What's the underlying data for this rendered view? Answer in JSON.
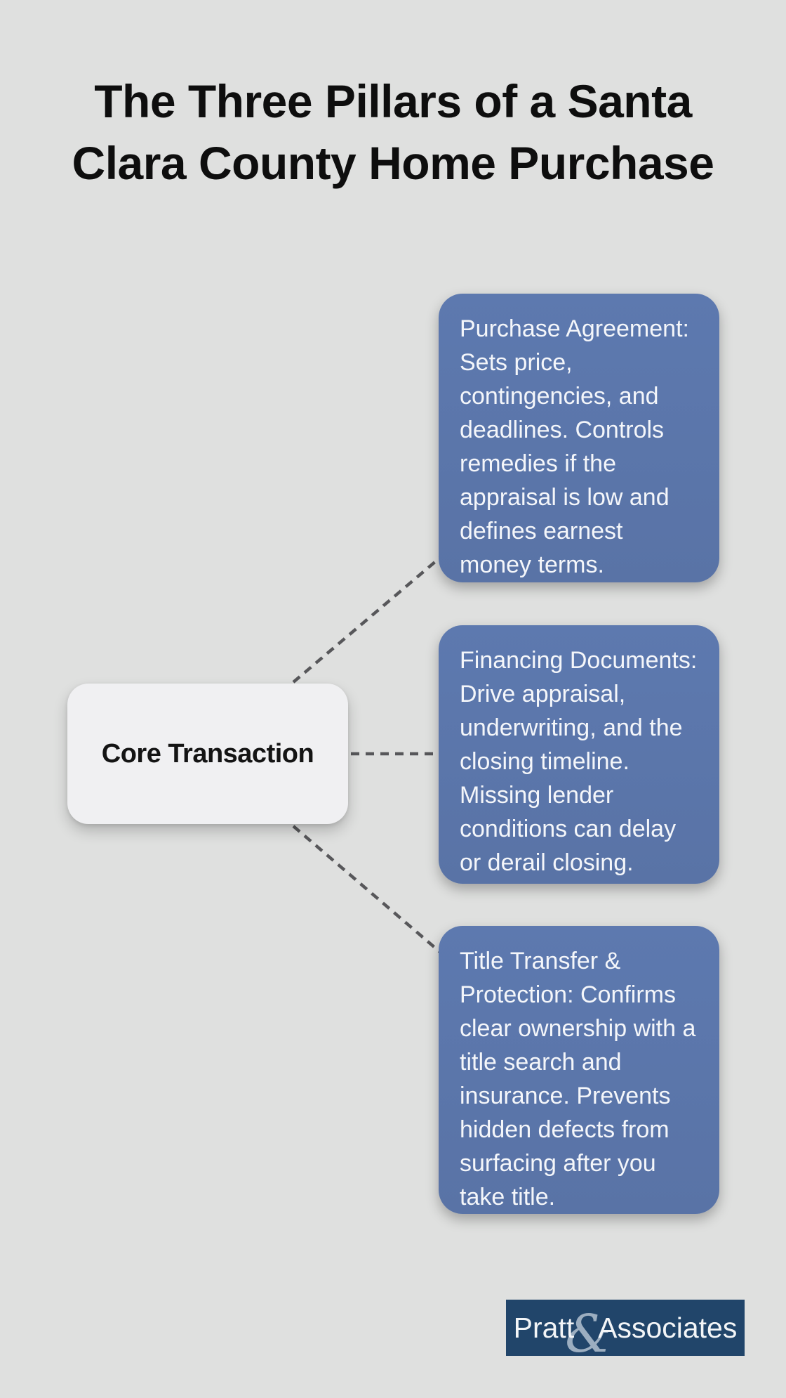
{
  "title": "The Three Pillars of a Santa\nClara County Home Purchase",
  "diagram": {
    "core_node": {
      "label": "Core Transaction"
    },
    "pillars": [
      {
        "id": "purchase-agreement",
        "text": "Purchase Agreement:\nSets price,\ncontingencies, and\ndeadlines. Controls\nremedies if the\nappraisal is low and\ndefines earnest\nmoney terms."
      },
      {
        "id": "financing-documents",
        "text": "Financing Documents:\nDrive appraisal,\nunderwriting, and the\nclosing timeline.\nMissing lender\nconditions can delay\nor derail closing."
      },
      {
        "id": "title-transfer-protection",
        "text": "Title Transfer &\nProtection: Confirms\nclear ownership with a\ntitle search and\ninsurance. Prevents\nhidden defects from\nsurfacing after you\ntake title."
      }
    ]
  },
  "footer": {
    "logo": {
      "name": "Pratt",
      "ampersand": "&",
      "suffix": "Associates"
    }
  },
  "theme": {
    "page_bg": "#dfe0df",
    "title_color": "#0e0e0e",
    "connector_color": "#57575a",
    "node_bg": "#f0f0f2",
    "node_text": "#141414",
    "card_bg_top": "#5d79af",
    "card_bg_bottom": "#5973a6",
    "card_text": "#f4f6fa",
    "logo_bg": "#21456a",
    "logo_text": "#f3f5f7",
    "logo_amp": "rgba(223,230,238,0.65)"
  }
}
